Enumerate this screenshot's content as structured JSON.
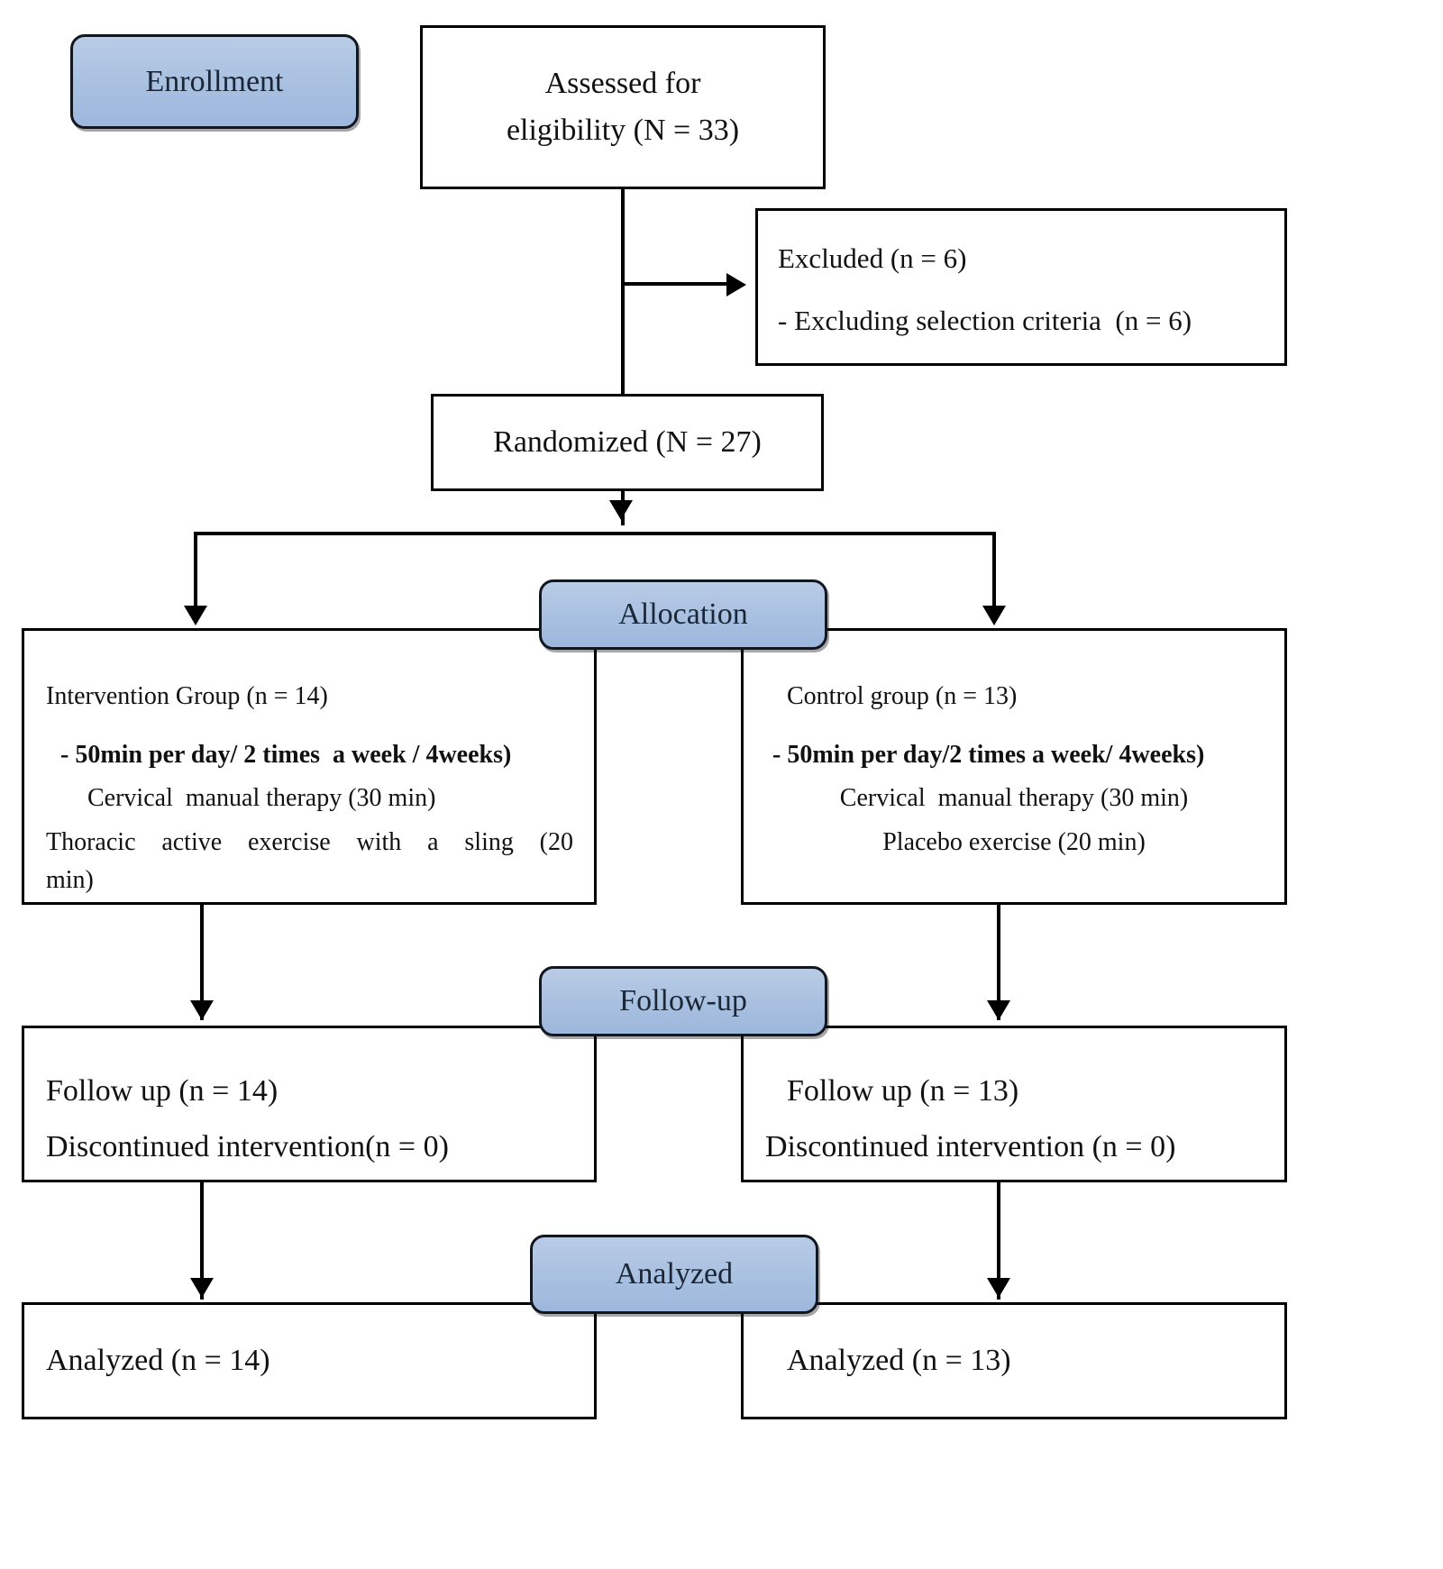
{
  "diagram": {
    "title": "CONSORT participant flow diagram",
    "accent_color": "#a8c0e0",
    "border_color": "#000000",
    "background_color": "#ffffff"
  },
  "stages": {
    "enrollment": "Enrollment",
    "allocation": "Allocation",
    "followup": "Follow-up",
    "analyzed": "Analyzed"
  },
  "nodes": {
    "assessed": {
      "line1": "Assessed for",
      "line2": "eligibility (N = 33)"
    },
    "excluded": {
      "line1": "Excluded (n = 6)",
      "line2": "- Excluding selection criteria  (n = 6)"
    },
    "randomized": {
      "line1": "Randomized (N = 27)"
    },
    "intervention_group": {
      "line1": "Intervention Group (n = 14)",
      "line2": "- 50min per day/ 2 times  a week / 4weeks)",
      "line3": "Cervical  manual therapy (30 min)",
      "line4": "Thoracic  active  exercise  with  a  sling  (20",
      "line5": "min)"
    },
    "control_group": {
      "line1": "Control group (n = 13)",
      "line2": "- 50min per day/2 times a week/ 4weeks)",
      "line3": "Cervical  manual therapy (30 min)",
      "line4": "Placebo exercise (20 min)"
    },
    "followup_left": {
      "line1": "Follow up (n = 14)",
      "line2": "Discontinued intervention(n = 0)"
    },
    "followup_right": {
      "line1": "Follow up (n = 13)",
      "line2": "Discontinued intervention (n = 0)"
    },
    "analyzed_left": {
      "line1": "Analyzed (n = 14)"
    },
    "analyzed_right": {
      "line1": "Analyzed (n = 13)"
    }
  },
  "counts": {
    "assessed_N": 33,
    "excluded_n": 6,
    "randomized_N": 27,
    "intervention_n": 14,
    "control_n": 13,
    "followup_intervention_n": 14,
    "followup_control_n": 13,
    "discontinued_intervention_n": 0,
    "discontinued_control_n": 0,
    "analyzed_intervention_n": 14,
    "analyzed_control_n": 13
  }
}
